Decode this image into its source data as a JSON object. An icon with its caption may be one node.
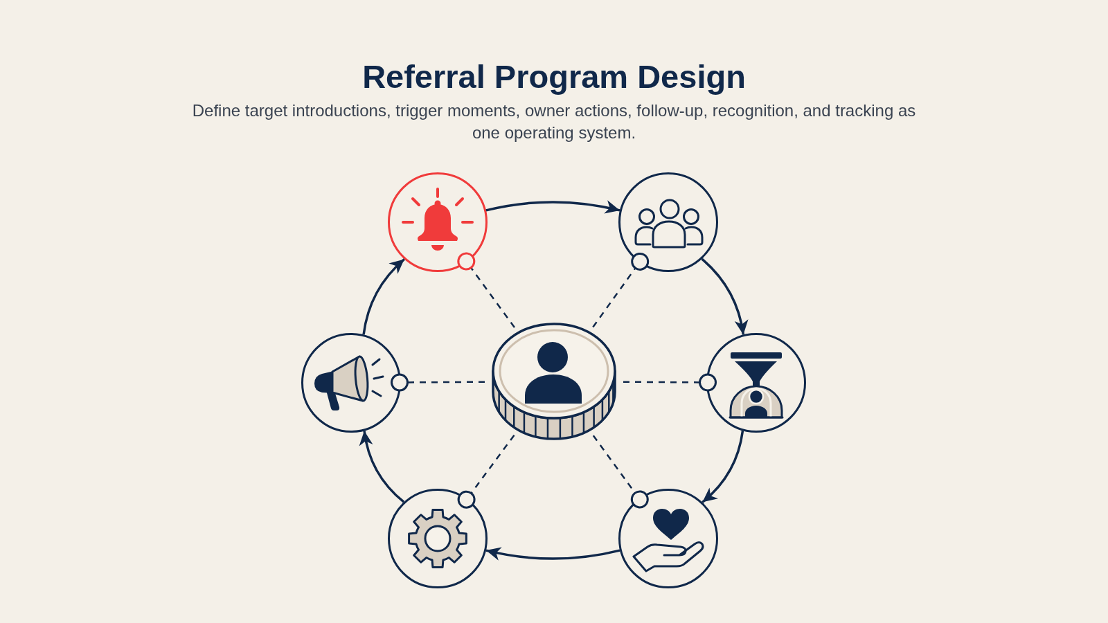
{
  "diagram": {
    "title": "Referral Program Design",
    "nodes": [
      {
        "text": [],
        "shape": "circle"
      },
      {
        "text": [],
        "shape": "circle"
      },
      {
        "text": [],
        "shape": "circle"
      },
      {
        "text": [],
        "shape": "picture"
      },
      {
        "text": [],
        "shape": "circle"
      },
      {
        "text": [],
        "shape": "circle"
      },
      {
        "text": [],
        "shape": "circle"
      }
    ],
    "edges": [
      {
        "from": 0,
        "to": 1,
        "arrow": "to"
      },
      {
        "from": 1,
        "to": 4,
        "arrow": "to"
      },
      {
        "from": 4,
        "to": 6,
        "arrow": "to"
      },
      {
        "from": 6,
        "to": 5,
        "arrow": "to"
      },
      {
        "from": 5,
        "to": 2,
        "arrow": "to"
      },
      {
        "from": 2,
        "to": 0,
        "arrow": "to"
      },
      {
        "from": 3,
        "to": 0,
        "arrow": "other",
        "style": "dashed"
      },
      {
        "from": 3,
        "to": 1,
        "arrow": "other",
        "style": "dashed"
      },
      {
        "from": 3,
        "to": 2,
        "arrow": "other",
        "style": "dashed"
      },
      {
        "from": 3,
        "to": 4,
        "arrow": "other",
        "style": "dashed"
      },
      {
        "from": 3,
        "to": 5,
        "arrow": "other",
        "style": "dashed"
      },
      {
        "from": 3,
        "to": 6,
        "arrow": "other",
        "style": "dashed"
      }
    ],
    "labels": [
      "Define target introductions, trigger moments, owner actions, follow-up, recognition, and tracking as one operating system."
    ]
  }
}
